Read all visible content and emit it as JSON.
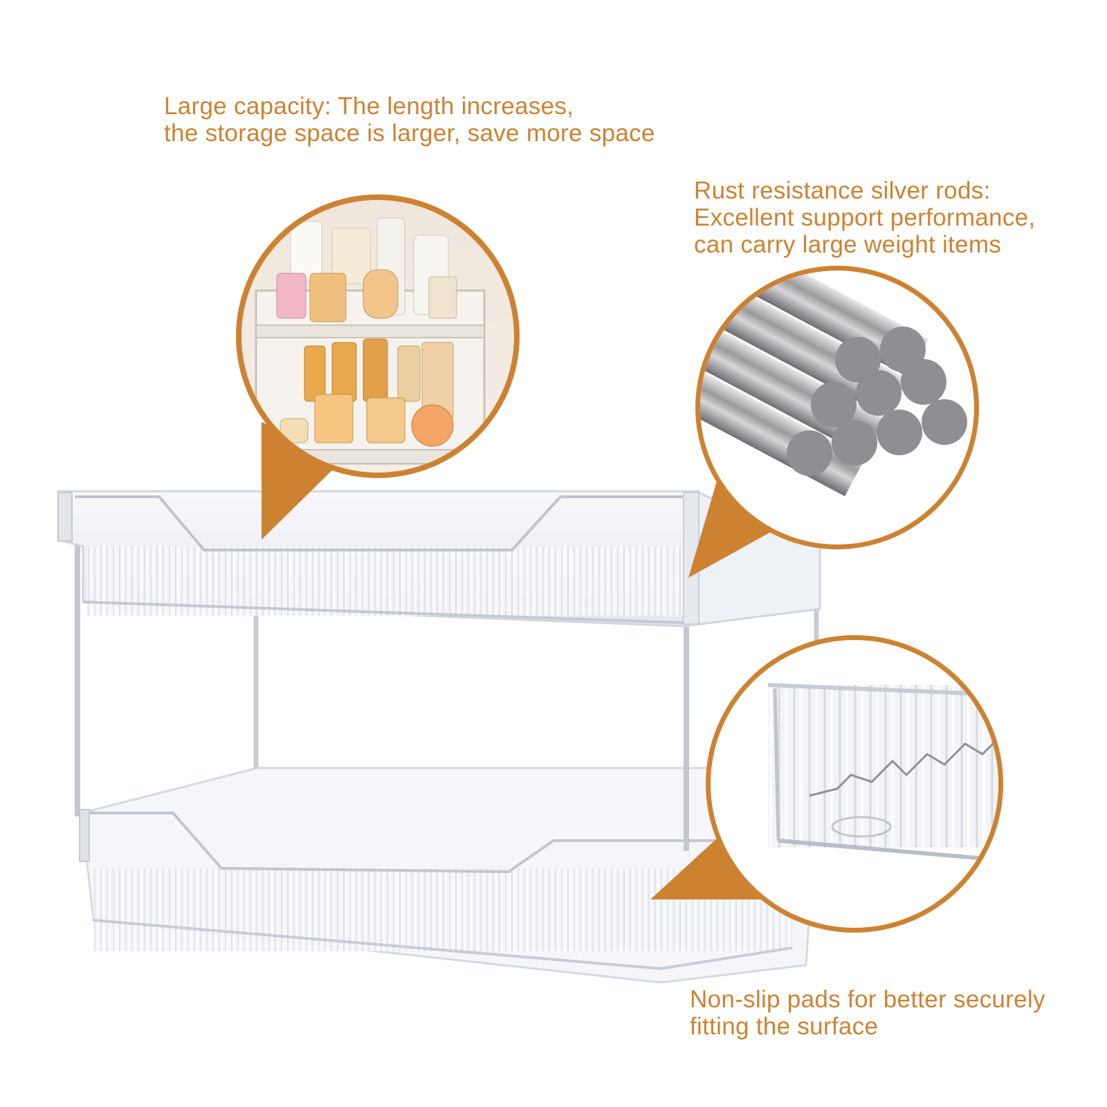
{
  "colors": {
    "accent": "#cd8232",
    "background": "#ffffff"
  },
  "callouts": [
    {
      "lines": [
        "Large capacity: The length increases,",
        "the storage space is larger, save more space"
      ]
    },
    {
      "lines": [
        "Rust resistance silver rods:",
        "Excellent support performance,",
        "can carry large weight items"
      ]
    },
    {
      "lines": [
        "Non-slip pads for better securely",
        "fitting the surface"
      ]
    }
  ],
  "visual_elements": {
    "product": "two-tier clear acrylic organizer with silver rods",
    "zoom_1": "organizer filled with perfumes and skincare",
    "zoom_2": "stack of silver rods",
    "zoom_3": "close-up of tray corner with non-slip pad"
  }
}
